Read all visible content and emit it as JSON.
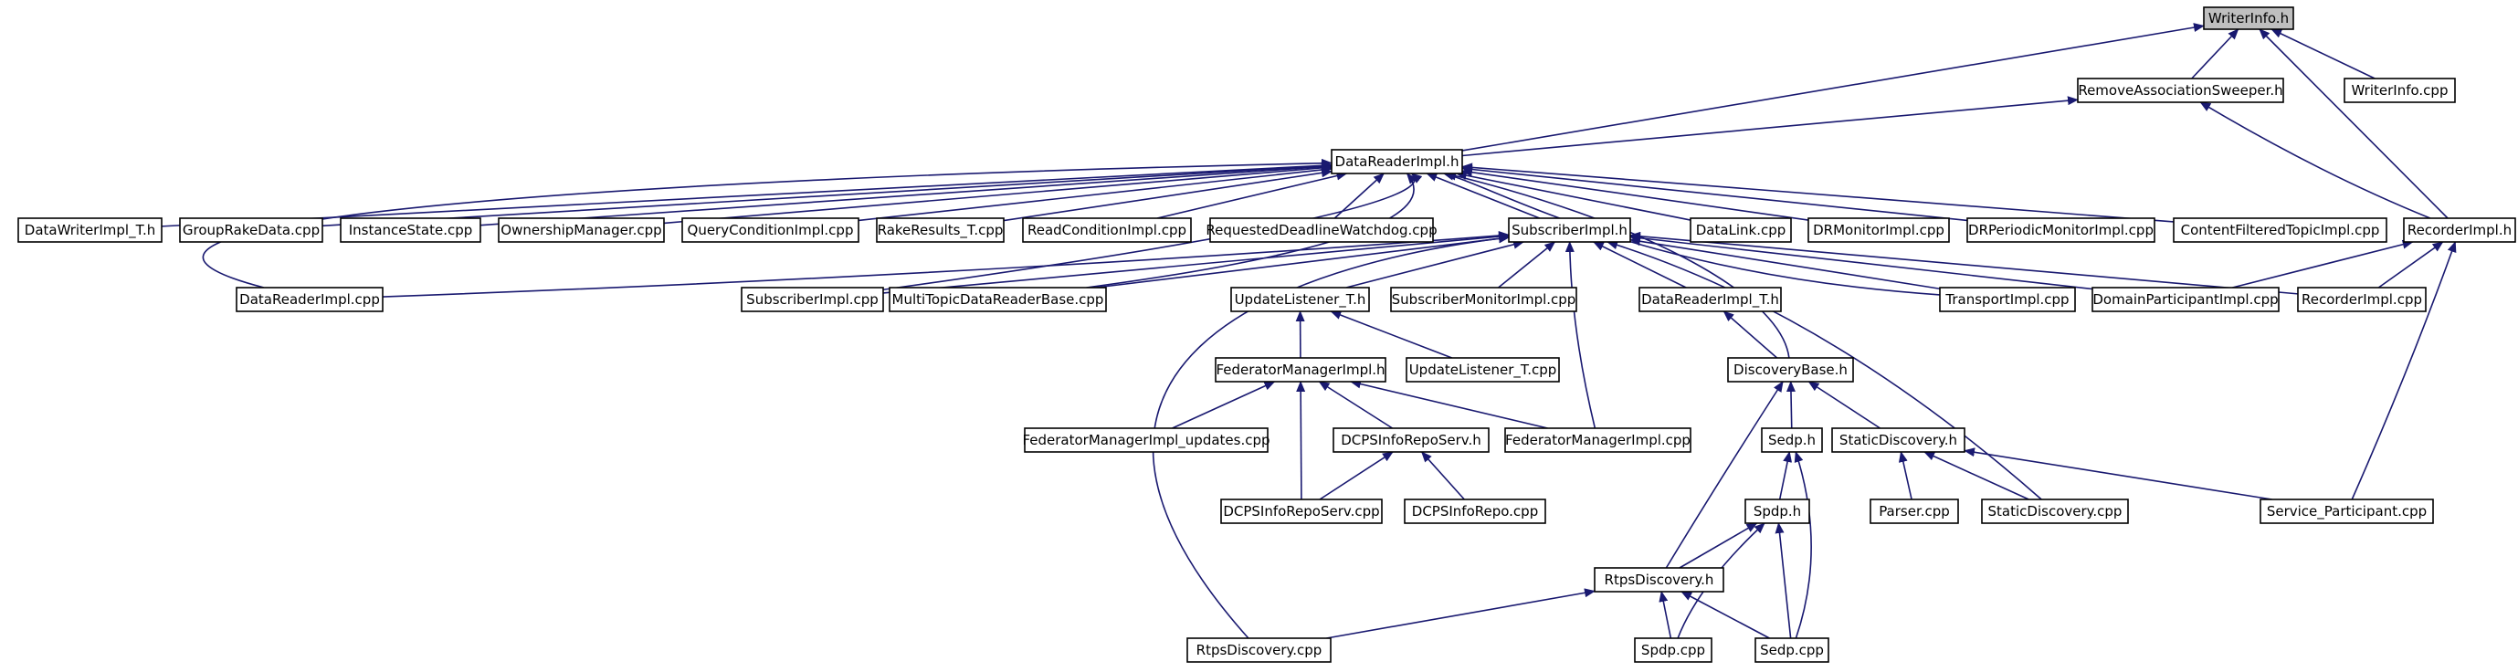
{
  "nodes": [
    {
      "id": "writerinfo_h",
      "label": "WriterInfo.h",
      "root": true
    },
    {
      "id": "removeassoc_h",
      "label": "RemoveAssociationSweeper.h"
    },
    {
      "id": "writerinfo_cpp",
      "label": "WriterInfo.cpp"
    },
    {
      "id": "datareaderimpl_h",
      "label": "DataReaderImpl.h"
    },
    {
      "id": "recorderimpl_h",
      "label": "RecorderImpl.h"
    },
    {
      "id": "datawriterimpl_t_h",
      "label": "DataWriterImpl_T.h"
    },
    {
      "id": "grouprakedata_cpp",
      "label": "GroupRakeData.cpp"
    },
    {
      "id": "instancestate_cpp",
      "label": "InstanceState.cpp"
    },
    {
      "id": "ownershipmanager_cpp",
      "label": "OwnershipManager.cpp"
    },
    {
      "id": "queryconditionimpl_cpp",
      "label": "QueryConditionImpl.cpp"
    },
    {
      "id": "rakeresults_t_cpp",
      "label": "RakeResults_T.cpp"
    },
    {
      "id": "readconditionimpl_cpp",
      "label": "ReadConditionImpl.cpp"
    },
    {
      "id": "requesteddeadline_cpp",
      "label": "RequestedDeadlineWatchdog.cpp"
    },
    {
      "id": "subscriberimpl_h",
      "label": "SubscriberImpl.h"
    },
    {
      "id": "datalink_cpp",
      "label": "DataLink.cpp"
    },
    {
      "id": "drmonitorimpl_cpp",
      "label": "DRMonitorImpl.cpp"
    },
    {
      "id": "drperiodicmonitorimpl_cpp",
      "label": "DRPeriodicMonitorImpl.cpp"
    },
    {
      "id": "contentfilteredtopicimpl_cpp",
      "label": "ContentFilteredTopicImpl.cpp"
    },
    {
      "id": "datareaderimpl_cpp",
      "label": "DataReaderImpl.cpp"
    },
    {
      "id": "subscriberimpl_cpp",
      "label": "SubscriberImpl.cpp"
    },
    {
      "id": "multitopicdatareaderbase_cpp",
      "label": "MultiTopicDataReaderBase.cpp"
    },
    {
      "id": "updatelistener_t_h",
      "label": "UpdateListener_T.h"
    },
    {
      "id": "subscribermonitorimpl_cpp",
      "label": "SubscriberMonitorImpl.cpp"
    },
    {
      "id": "datareaderimpl_t_h",
      "label": "DataReaderImpl_T.h"
    },
    {
      "id": "transportimpl_cpp",
      "label": "TransportImpl.cpp"
    },
    {
      "id": "domainparticipantimpl_cpp",
      "label": "DomainParticipantImpl.cpp"
    },
    {
      "id": "recorderimpl_cpp",
      "label": "RecorderImpl.cpp"
    },
    {
      "id": "federatormanagerimpl_h",
      "label": "FederatorManagerImpl.h"
    },
    {
      "id": "updatelistener_t_cpp",
      "label": "UpdateListener_T.cpp"
    },
    {
      "id": "discoverybase_h",
      "label": "DiscoveryBase.h"
    },
    {
      "id": "federatormanagerimpl_updates_cpp",
      "label": "FederatorManagerImpl_updates.cpp"
    },
    {
      "id": "dcpsinforeposerv_h",
      "label": "DCPSInfoRepoServ.h"
    },
    {
      "id": "federatormanagerimpl_cpp",
      "label": "FederatorManagerImpl.cpp"
    },
    {
      "id": "sedp_h",
      "label": "Sedp.h"
    },
    {
      "id": "staticdiscovery_h",
      "label": "StaticDiscovery.h"
    },
    {
      "id": "dcpsinforeposerv_cpp",
      "label": "DCPSInfoRepoServ.cpp"
    },
    {
      "id": "dcpsinforepo_cpp",
      "label": "DCPSInfoRepo.cpp"
    },
    {
      "id": "spdp_h",
      "label": "Spdp.h"
    },
    {
      "id": "parser_cpp",
      "label": "Parser.cpp"
    },
    {
      "id": "staticdiscovery_cpp",
      "label": "StaticDiscovery.cpp"
    },
    {
      "id": "service_participant_cpp",
      "label": "Service_Participant.cpp"
    },
    {
      "id": "rtpsdiscovery_h",
      "label": "RtpsDiscovery.h"
    },
    {
      "id": "rtpsdiscovery_cpp",
      "label": "RtpsDiscovery.cpp"
    },
    {
      "id": "spdp_cpp",
      "label": "Spdp.cpp"
    },
    {
      "id": "sedp_cpp",
      "label": "Sedp.cpp"
    }
  ],
  "edges": [
    [
      "removeassoc_h",
      "writerinfo_h"
    ],
    [
      "writerinfo_cpp",
      "writerinfo_h"
    ],
    [
      "datareaderimpl_h",
      "writerinfo_h"
    ],
    [
      "recorderimpl_h",
      "writerinfo_h"
    ],
    [
      "datareaderimpl_h",
      "removeassoc_h"
    ],
    [
      "recorderimpl_h",
      "removeassoc_h"
    ],
    [
      "datawriterimpl_t_h",
      "datareaderimpl_h"
    ],
    [
      "grouprakedata_cpp",
      "datareaderimpl_h"
    ],
    [
      "instancestate_cpp",
      "datareaderimpl_h"
    ],
    [
      "ownershipmanager_cpp",
      "datareaderimpl_h"
    ],
    [
      "queryconditionimpl_cpp",
      "datareaderimpl_h"
    ],
    [
      "rakeresults_t_cpp",
      "datareaderimpl_h"
    ],
    [
      "readconditionimpl_cpp",
      "datareaderimpl_h"
    ],
    [
      "requesteddeadline_cpp",
      "datareaderimpl_h"
    ],
    [
      "subscriberimpl_h",
      "datareaderimpl_h"
    ],
    [
      "datalink_cpp",
      "datareaderimpl_h"
    ],
    [
      "drmonitorimpl_cpp",
      "datareaderimpl_h"
    ],
    [
      "drperiodicmonitorimpl_cpp",
      "datareaderimpl_h"
    ],
    [
      "contentfilteredtopicimpl_cpp",
      "datareaderimpl_h"
    ],
    [
      "datareaderimpl_cpp",
      "datareaderimpl_h"
    ],
    [
      "subscriberimpl_cpp",
      "datareaderimpl_h"
    ],
    [
      "multitopicdatareaderbase_cpp",
      "datareaderimpl_h"
    ],
    [
      "transportimpl_cpp",
      "datareaderimpl_h"
    ],
    [
      "discoverybase_h",
      "datareaderimpl_h"
    ],
    [
      "datareaderimpl_cpp",
      "subscriberimpl_h"
    ],
    [
      "subscriberimpl_cpp",
      "subscriberimpl_h"
    ],
    [
      "multitopicdatareaderbase_cpp",
      "subscriberimpl_h"
    ],
    [
      "updatelistener_t_h",
      "subscriberimpl_h"
    ],
    [
      "subscribermonitorimpl_cpp",
      "subscriberimpl_h"
    ],
    [
      "datareaderimpl_t_h",
      "subscriberimpl_h"
    ],
    [
      "transportimpl_cpp",
      "subscriberimpl_h"
    ],
    [
      "domainparticipantimpl_cpp",
      "subscriberimpl_h"
    ],
    [
      "recorderimpl_cpp",
      "subscriberimpl_h"
    ],
    [
      "federatormanagerimpl_cpp",
      "subscriberimpl_h"
    ],
    [
      "rtpsdiscovery_cpp",
      "subscriberimpl_h"
    ],
    [
      "staticdiscovery_cpp",
      "subscriberimpl_h"
    ],
    [
      "domainparticipantimpl_cpp",
      "recorderimpl_h"
    ],
    [
      "recorderimpl_cpp",
      "recorderimpl_h"
    ],
    [
      "service_participant_cpp",
      "recorderimpl_h"
    ],
    [
      "federatormanagerimpl_h",
      "updatelistener_t_h"
    ],
    [
      "updatelistener_t_cpp",
      "updatelistener_t_h"
    ],
    [
      "discoverybase_h",
      "datareaderimpl_t_h"
    ],
    [
      "federatormanagerimpl_updates_cpp",
      "federatormanagerimpl_h"
    ],
    [
      "dcpsinforeposerv_h",
      "federatormanagerimpl_h"
    ],
    [
      "federatormanagerimpl_cpp",
      "federatormanagerimpl_h"
    ],
    [
      "dcpsinforeposerv_cpp",
      "federatormanagerimpl_h"
    ],
    [
      "dcpsinforeposerv_cpp",
      "dcpsinforeposerv_h"
    ],
    [
      "dcpsinforepo_cpp",
      "dcpsinforeposerv_h"
    ],
    [
      "sedp_h",
      "discoverybase_h"
    ],
    [
      "staticdiscovery_h",
      "discoverybase_h"
    ],
    [
      "rtpsdiscovery_h",
      "discoverybase_h"
    ],
    [
      "spdp_h",
      "sedp_h"
    ],
    [
      "sedp_cpp",
      "sedp_h"
    ],
    [
      "parser_cpp",
      "staticdiscovery_h"
    ],
    [
      "staticdiscovery_cpp",
      "staticdiscovery_h"
    ],
    [
      "service_participant_cpp",
      "staticdiscovery_h"
    ],
    [
      "rtpsdiscovery_h",
      "spdp_h"
    ],
    [
      "spdp_cpp",
      "spdp_h"
    ],
    [
      "sedp_cpp",
      "spdp_h"
    ],
    [
      "rtpsdiscovery_cpp",
      "rtpsdiscovery_h"
    ],
    [
      "spdp_cpp",
      "rtpsdiscovery_h"
    ],
    [
      "sedp_cpp",
      "rtpsdiscovery_h"
    ]
  ]
}
